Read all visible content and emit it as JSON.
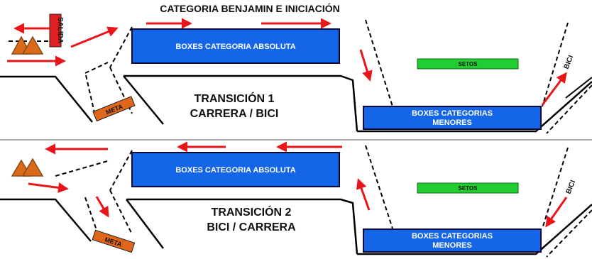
{
  "header": {
    "title": "CATEGORIA BENJAMIN E INICIACIÓN"
  },
  "colors": {
    "box_fill": "#1565e8",
    "box_stroke": "#0a0a3a",
    "hedge_fill": "#22cc33",
    "arrow": "#e8161a",
    "cone": "#d86a1a",
    "meta_fill": "#e0661c",
    "salida_fill": "#e02020"
  },
  "panels": [
    {
      "id": "transition-1",
      "title_line1": "TRANSICIÓN 1",
      "title_line2": "CARRERA / BICI",
      "box_absoluta": "BOXES CATEGORIA ABSOLUTA",
      "box_menores_line1": "BOXES CATEGORIAS",
      "box_menores_line2": "MENORES",
      "setos": "SETOS",
      "meta": "META",
      "salida": "SALIDA",
      "bici": "BICI"
    },
    {
      "id": "transition-2",
      "title_line1": "TRANSICIÓN 2",
      "title_line2": "BICI / CARRERA",
      "box_absoluta": "BOXES CATEGORIA ABSOLUTA",
      "box_menores_line1": "BOXES CATEGORIAS",
      "box_menores_line2": "MENORES",
      "setos": "SETOS",
      "meta": "META",
      "bici": "BICI"
    }
  ]
}
